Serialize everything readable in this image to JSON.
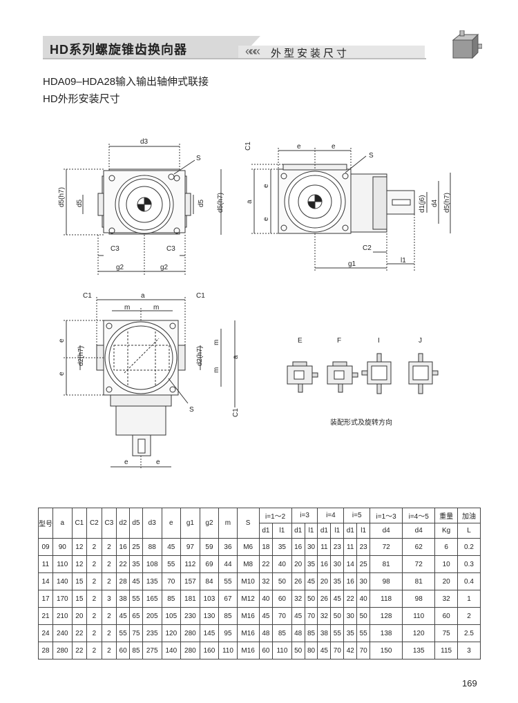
{
  "header": {
    "title": "HD系列螺旋锥齿换向器",
    "subtitle": "外型安装尺寸",
    "chevrons": "«««"
  },
  "headings": {
    "line1": "HDA09–HDA28输入输出轴伸式联接",
    "line2": "HD外形安装尺寸"
  },
  "mounting": {
    "labels": [
      "E",
      "F",
      "I",
      "J"
    ],
    "caption": "装配形式及旋转方向"
  },
  "drawing_labels": {
    "d3": "d3",
    "S": "S",
    "d5h7": "d5(h7)",
    "d5": "d5",
    "C3": "C3",
    "g2": "g2",
    "C1": "C1",
    "e": "e",
    "a": "a",
    "dj6": "d1(j6)",
    "d4": "d4",
    "C2": "C2",
    "g1": "g1",
    "l1": "l1",
    "m": "m",
    "d2h7": "d2(h7)"
  },
  "table": {
    "headers": [
      "型号",
      "a",
      "C1",
      "C2",
      "C3",
      "d2",
      "d5",
      "d3",
      "e",
      "g1",
      "g2",
      "m",
      "S"
    ],
    "ratio_groups": [
      "i=1～2",
      "i=3",
      "i=4",
      "i=5",
      "i=1～3",
      "i=4～5",
      "重量",
      "加油"
    ],
    "sub_headers": [
      "d1",
      "l1",
      "d1",
      "l1",
      "d1",
      "l1",
      "d1",
      "l1",
      "d4",
      "d4",
      "Kg",
      "L"
    ],
    "rows": [
      [
        "09",
        "90",
        "12",
        "2",
        "2",
        "16",
        "25",
        "88",
        "45",
        "97",
        "59",
        "36",
        "M6",
        "18",
        "35",
        "16",
        "30",
        "11",
        "23",
        "11",
        "23",
        "72",
        "62",
        "6",
        "0.2"
      ],
      [
        "11",
        "110",
        "12",
        "2",
        "2",
        "22",
        "35",
        "108",
        "55",
        "112",
        "69",
        "44",
        "M8",
        "22",
        "40",
        "20",
        "35",
        "16",
        "30",
        "14",
        "25",
        "81",
        "72",
        "10",
        "0.3"
      ],
      [
        "14",
        "140",
        "15",
        "2",
        "2",
        "28",
        "45",
        "135",
        "70",
        "157",
        "84",
        "55",
        "M10",
        "32",
        "50",
        "26",
        "45",
        "20",
        "35",
        "16",
        "30",
        "98",
        "81",
        "20",
        "0.4"
      ],
      [
        "17",
        "170",
        "15",
        "2",
        "3",
        "38",
        "55",
        "165",
        "85",
        "181",
        "103",
        "67",
        "M12",
        "40",
        "60",
        "32",
        "50",
        "26",
        "45",
        "22",
        "40",
        "118",
        "98",
        "32",
        "1"
      ],
      [
        "21",
        "210",
        "20",
        "2",
        "2",
        "45",
        "65",
        "205",
        "105",
        "230",
        "130",
        "85",
        "M16",
        "45",
        "70",
        "45",
        "70",
        "32",
        "50",
        "30",
        "50",
        "128",
        "110",
        "60",
        "2"
      ],
      [
        "24",
        "240",
        "22",
        "2",
        "2",
        "55",
        "75",
        "235",
        "120",
        "280",
        "145",
        "95",
        "M16",
        "48",
        "85",
        "48",
        "85",
        "38",
        "55",
        "35",
        "55",
        "138",
        "120",
        "75",
        "2.5"
      ],
      [
        "28",
        "280",
        "22",
        "2",
        "2",
        "60",
        "85",
        "275",
        "140",
        "280",
        "160",
        "110",
        "M16",
        "60",
        "110",
        "50",
        "80",
        "45",
        "70",
        "42",
        "70",
        "150",
        "135",
        "115",
        "3"
      ]
    ]
  },
  "page_number": "169"
}
